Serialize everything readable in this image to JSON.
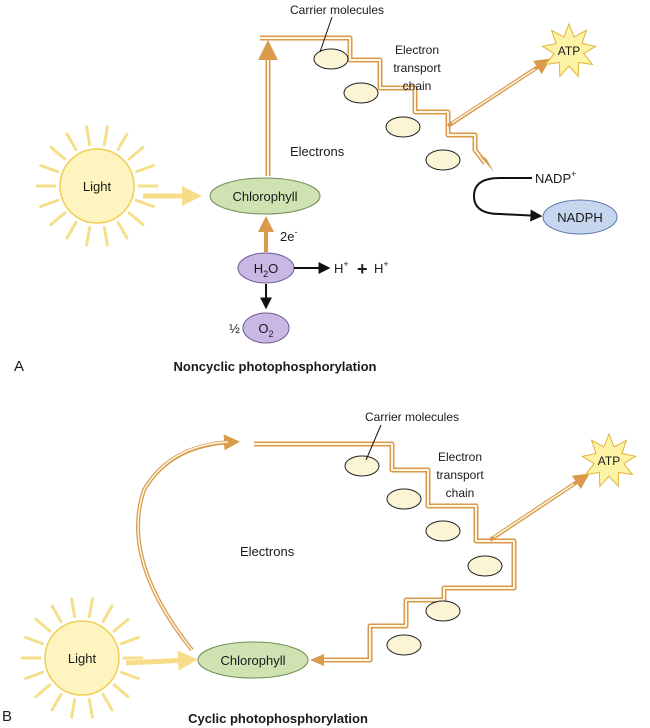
{
  "panel_a": {
    "letter": "A",
    "title": "Noncyclic photophosphorylation",
    "light": "Light",
    "chlorophyll": "Chlorophyll",
    "carrier_label": "Carrier molecules",
    "etc_label_line1": "Electron",
    "etc_label_line2": "transport",
    "etc_label_line3": "chain",
    "electrons": "Electrons",
    "atp": "ATP",
    "nadp": "NADP",
    "nadp_sup": "+",
    "nadph": "NADPH",
    "two_e": "2e",
    "two_e_sup": "-",
    "h2o_h": "H",
    "h2o_sub": "2",
    "h2o_o": "O",
    "h_plus_1": "H",
    "h_plus_1_sup": "+",
    "plus_sign": "+",
    "h_plus_2": "H",
    "h_plus_2_sup": "+",
    "half": "½",
    "o2_o": "O",
    "o2_sub": "2"
  },
  "panel_b": {
    "letter": "B",
    "title": "Cyclic photophosphorylation",
    "light": "Light",
    "chlorophyll": "Chlorophyll",
    "carrier_label": "Carrier molecules",
    "etc_label_line1": "Electron",
    "etc_label_line2": "transport",
    "etc_label_line3": "chain",
    "electrons": "Electrons",
    "atp": "ATP"
  },
  "colors": {
    "sun_fill": "#fdf4bf",
    "sun_ray": "#f6df8a",
    "chlorophyll_fill": "#cfe3b2",
    "water_fill": "#c9b8e3",
    "nadph_fill": "#c6d6ef",
    "carrier_fill": "#fbf5d6",
    "atp_fill": "#fcf3a6",
    "path_orange": "#d99a4c",
    "path_light": "#f3dcb0"
  }
}
